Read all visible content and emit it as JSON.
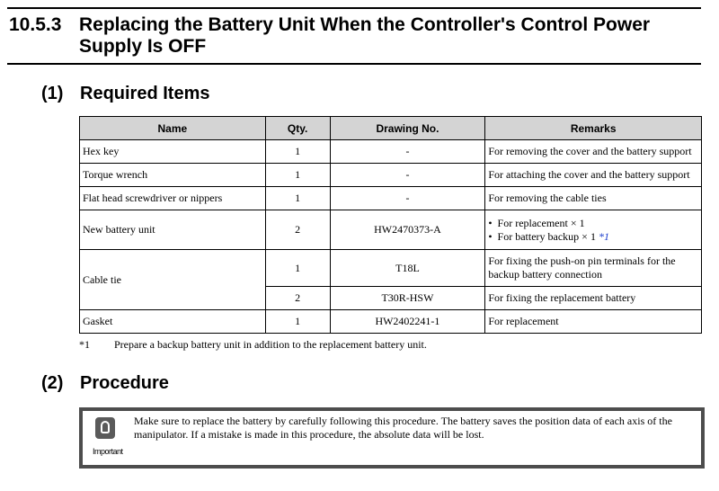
{
  "section": {
    "number": "10.5.3",
    "title": "Replacing the Battery Unit When the Controller's Control Power Supply Is OFF"
  },
  "sub1": {
    "number": "(1)",
    "title": "Required Items"
  },
  "table": {
    "headers": [
      "Name",
      "Qty.",
      "Drawing No.",
      "Remarks"
    ],
    "rows": [
      {
        "name": "Hex key",
        "qty": "1",
        "drawing": "-",
        "remarks": "For removing the cover and the battery support"
      },
      {
        "name": "Torque wrench",
        "qty": "1",
        "drawing": "-",
        "remarks": "For attaching the cover and the battery support"
      },
      {
        "name": "Flat head screwdriver or nippers",
        "qty": "1",
        "drawing": "-",
        "remarks": "For removing the cable ties"
      },
      {
        "name": "New battery unit",
        "qty": "2",
        "drawing": "HW2470373-A",
        "remarks_list": [
          "For replacement × 1",
          "For battery backup × 1"
        ],
        "remarks_ref": "*1"
      },
      {
        "name": "Cable tie",
        "qty": "1",
        "drawing": "T18L",
        "remarks": "For fixing the push-on pin terminals for the backup battery connection"
      },
      {
        "qty": "2",
        "drawing": "T30R-HSW",
        "remarks": "For fixing the replacement battery"
      },
      {
        "name": "Gasket",
        "qty": "1",
        "drawing": "HW2402241-1",
        "remarks": "For replacement"
      }
    ]
  },
  "footnote": {
    "mark": "*1",
    "text": "Prepare a backup battery unit in addition to the replacement battery unit."
  },
  "sub2": {
    "number": "(2)",
    "title": "Procedure"
  },
  "important": {
    "label": "Important",
    "text": "Make sure to replace the battery by carefully following this procedure. The battery saves the position data of each axis of the manipulator. If a mistake is made in this procedure, the absolute data will be lost."
  }
}
